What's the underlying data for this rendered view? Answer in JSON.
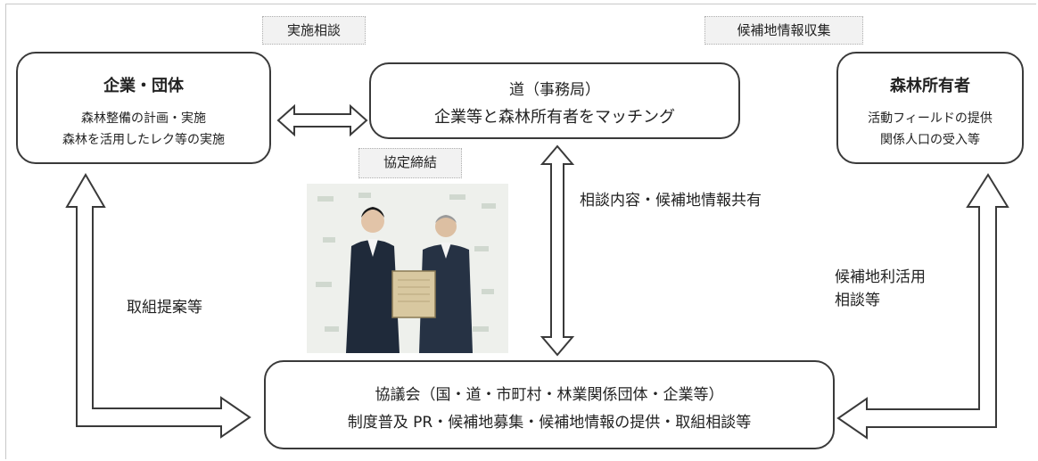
{
  "tags": {
    "consultation": "実施相談",
    "candidate_collect": "候補地情報収集",
    "agreement": "協定締結"
  },
  "company": {
    "title": "企業・団体",
    "line1": "森林整備の計画・実施",
    "line2": "森林を活用したレク等の実施"
  },
  "prefecture": {
    "title": "道（事務局）",
    "line1": "企業等と森林所有者をマッチング"
  },
  "owner": {
    "title": "森林所有者",
    "line1": "活動フィールドの提供",
    "line2": "関係人口の受入等"
  },
  "council": {
    "line1": "協議会（国・道・市町村・林業関係団体・企業等）",
    "line2": "制度普及 PR・候補地募集・候補地情報の提供・取組相談等"
  },
  "labels": {
    "share": "相談内容・候補地情報共有",
    "proposal": "取組提案等",
    "use_line1": "候補地利活用",
    "use_line2": "相談等"
  },
  "colors": {
    "border": "#3a3a3a",
    "tag_bg": "#f2f2f2",
    "suit": "#1f2a3a",
    "plaque": "#d8c8a0"
  }
}
